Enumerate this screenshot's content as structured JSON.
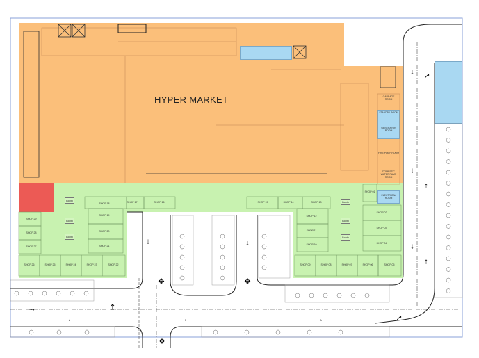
{
  "plan": {
    "title": "HYPER MARKET",
    "service_rooms": [
      {
        "label": "GARBAGE ROOM"
      },
      {
        "label": "STANDBY ROOM"
      },
      {
        "label": "GENERATOR ROOM"
      },
      {
        "label": "FIRE PUMP ROOM"
      },
      {
        "label": "DOMESTIC WATER PUMP ROOM"
      },
      {
        "label": "ELECTRICAL ROOM"
      }
    ],
    "shops": [
      "SHOP 18",
      "SHOP 17",
      "SHOP 16",
      "SHOP 15",
      "SHOP 14",
      "SHOP 13",
      "SHOP 29",
      "SHOP 28",
      "SHOP 27",
      "SHOP 19",
      "SHOP 20",
      "SHOP 21",
      "SHOP 26",
      "SHOP 25",
      "SHOP 24",
      "SHOP 23",
      "SHOP 22",
      "SHOP 12",
      "SHOP 11",
      "SHOP 10",
      "SHOP 01",
      "SHOP 02",
      "SHOP 03",
      "SHOP 04",
      "SHOP 09",
      "SHOP 08",
      "SHOP 07",
      "SHOP 06",
      "SHOP 05"
    ],
    "booth_label": "Booth",
    "colors": {
      "hypermarket": "#fbbf7a",
      "retail": "#c8f2b0",
      "toilets": "#ec5a55",
      "services": "#a9d8f2"
    }
  }
}
